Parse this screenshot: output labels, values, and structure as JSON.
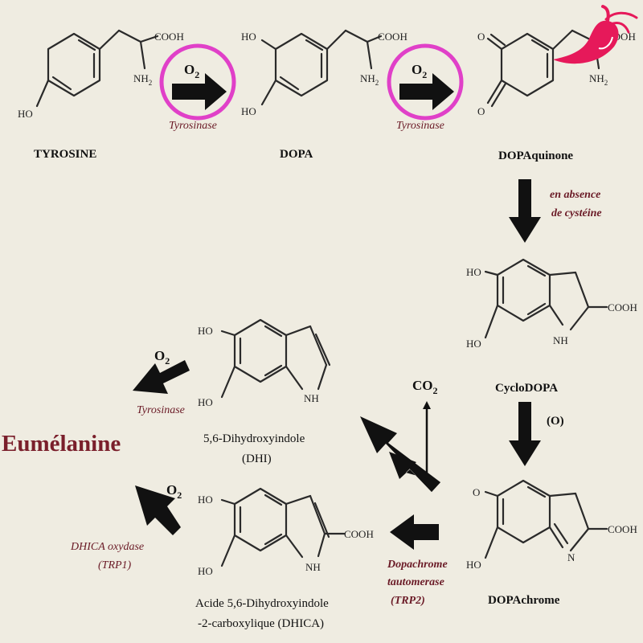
{
  "compounds": {
    "tyrosine": "TYROSINE",
    "dopa": "DOPA",
    "dopaquinone": "DOPAquinone",
    "cyclodopa": "CycloDOPA",
    "dopachrome": "DOPAchrome",
    "dhi_line1": "5,6-Dihydroxyindole",
    "dhi_line2": "(DHI)",
    "dhica_line1": "Acide 5,6-Dihydroxyindole",
    "dhica_line2": "-2-carboxylique (DHICA)"
  },
  "product": "Eumélanine",
  "enzymes": {
    "tyrosinase_1": "Tyrosinase",
    "tyrosinase_2": "Tyrosinase",
    "tyrosinase_3": "Tyrosinase",
    "absence_line1": "en absence",
    "absence_line2": "de cystéine",
    "tautomerase_line1": "Dopachrome",
    "tautomerase_line2": "tautomerase",
    "tautomerase_line3": "(TRP2)",
    "dhica_oxydase_line1": "DHICA oxydase",
    "dhica_oxydase_line2": "(TRP1)"
  },
  "cofactors": {
    "o2_1": "O",
    "o2_1_sub": "2",
    "o2_2": "O",
    "o2_2_sub": "2",
    "o2_3": "O",
    "o2_3_sub": "2",
    "o2_4": "O",
    "o2_4_sub": "2",
    "co2": "CO",
    "co2_sub": "2",
    "oxidation": "(O)"
  },
  "atoms": {
    "cooh": "COOH",
    "nh2": "NH",
    "nh2_sub": "2",
    "ho": "HO",
    "o": "O",
    "nh": "NH",
    "n": "N"
  },
  "colors": {
    "background": "#efece1",
    "highlight_circle": "#e040c8",
    "enzyme_text": "#6a1a26",
    "product_text": "#7a1f2b",
    "logo_red": "#e6195a"
  },
  "icons": [
    "chili-pepper-logo"
  ]
}
